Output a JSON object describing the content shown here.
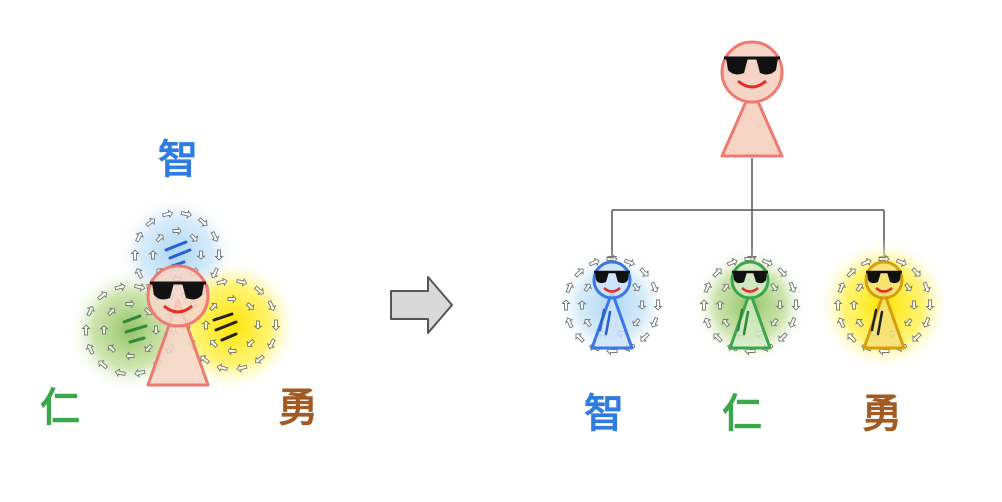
{
  "left_cluster": {
    "labels": {
      "wisdom": "智",
      "benevolence": "仁",
      "courage": "勇"
    }
  },
  "right_tree": {
    "labels": {
      "wisdom": "智",
      "benevolence": "仁",
      "courage": "勇"
    }
  },
  "icons": [
    "person-icon",
    "sunglasses-icon",
    "arrow-right-icon",
    "swirl-arrows-icon"
  ],
  "colors": {
    "wisdom": "#2f7be0",
    "benevolence": "#3aa84a",
    "courage": "#a05a22",
    "person_fill": "#f6d5c6",
    "person_stroke": "#ee7a70",
    "wisdom_glow": "#9fd0f2",
    "benevolence_glow": "#8fc25e",
    "courage_glow": "#ffee00"
  }
}
